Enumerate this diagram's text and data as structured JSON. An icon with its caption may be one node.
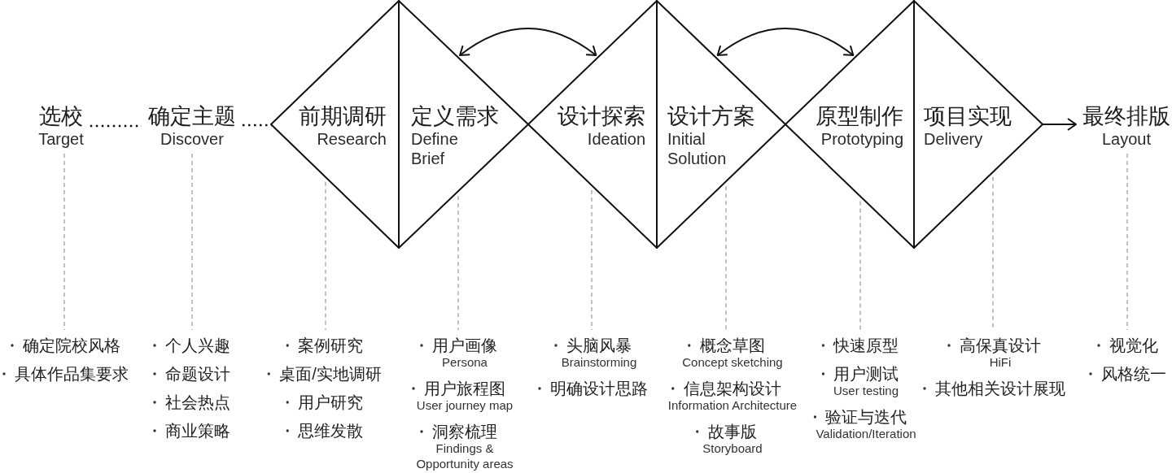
{
  "diagram": {
    "nodes": [
      {
        "text": [
          "选校",
          "Target"
        ]
      },
      {
        "text": [
          "确定主题",
          "Discover"
        ]
      },
      {
        "text": [
          "前期调研",
          "Research"
        ]
      },
      {
        "text": [
          "定义需求",
          "Define Brief"
        ]
      },
      {
        "text": [
          "设计探索",
          "Ideation"
        ]
      },
      {
        "text": [
          "设计方案",
          "Initial Solution"
        ]
      },
      {
        "text": [
          "原型制作",
          "Prototyping"
        ]
      },
      {
        "text": [
          "项目实现",
          "Delivery"
        ]
      },
      {
        "text": [
          "最终排版",
          "Layout"
        ]
      },
      {
        "text": [
          "确定院校风格",
          "具体作品集要求"
        ]
      },
      {
        "text": [
          "个人兴趣",
          "命题设计",
          "社会热点",
          "商业策略"
        ]
      },
      {
        "text": [
          "案例研究",
          "桌面/实地调研",
          "用户研究",
          "思维发散"
        ]
      },
      {
        "text": [
          "用户画像",
          "Persona",
          "用户旅程图",
          "User journey map",
          "洞察梳理",
          "Findings & Opportunity areas"
        ]
      },
      {
        "text": [
          "头脑风暴",
          "Brainstorming",
          "明确设计思路"
        ]
      },
      {
        "text": [
          "概念草图",
          "Concept sketching",
          "信息架构设计",
          "Information Architecture",
          "故事版",
          "Storyboard"
        ]
      },
      {
        "text": [
          "快速原型",
          "用户测试",
          "User testing",
          "验证与迭代",
          "Validation/Iteration"
        ]
      },
      {
        "text": [
          "高保真设计",
          "HiFi",
          "其他相关设计展现"
        ]
      },
      {
        "text": [
          "视觉化",
          "风格统一"
        ]
      }
    ],
    "edges": [
      {
        "from": 0,
        "to": 1,
        "arrow": "none",
        "style": "dashed",
        "color": "#111111"
      },
      {
        "from": 1,
        "to": 2,
        "arrow": "none",
        "style": "dashed",
        "color": "#111111"
      },
      {
        "from": 3,
        "to": 4,
        "arrow": "both",
        "color": "#111111"
      },
      {
        "from": 5,
        "to": 6,
        "arrow": "both",
        "color": "#111111"
      },
      {
        "from": 7,
        "to": 8,
        "arrow": "to",
        "color": "#111111"
      },
      {
        "from": 0,
        "to": 9,
        "arrow": "none",
        "style": "dashed"
      },
      {
        "from": 1,
        "to": 10,
        "arrow": "none",
        "style": "dashed"
      },
      {
        "from": 2,
        "to": 11,
        "arrow": "none",
        "style": "dashed"
      },
      {
        "from": 3,
        "to": 12,
        "arrow": "none",
        "style": "dashed"
      },
      {
        "from": 4,
        "to": 13,
        "arrow": "none",
        "style": "dashed"
      },
      {
        "from": 5,
        "to": 14,
        "arrow": "none",
        "style": "dashed"
      },
      {
        "from": 6,
        "to": 15,
        "arrow": "none",
        "style": "dashed"
      },
      {
        "from": 7,
        "to": 16,
        "arrow": "none",
        "style": "dashed"
      },
      {
        "from": 8,
        "to": 17,
        "arrow": "none",
        "style": "dashed"
      }
    ]
  }
}
